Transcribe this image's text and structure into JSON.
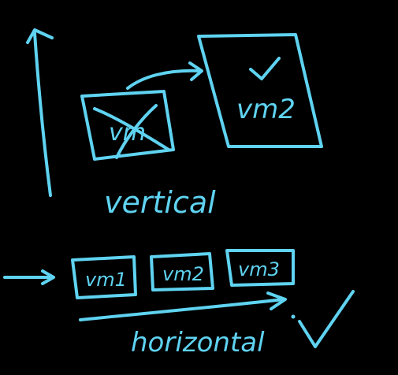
{
  "ink_color": "#5fd3f1",
  "background_color": "#000000",
  "vertical": {
    "label": "vertical",
    "old_vm_label": "vm",
    "new_vm_label": "vm2"
  },
  "horizontal": {
    "label": "horizontal",
    "vm_labels": [
      "vm1",
      "vm2",
      "vm3"
    ]
  }
}
